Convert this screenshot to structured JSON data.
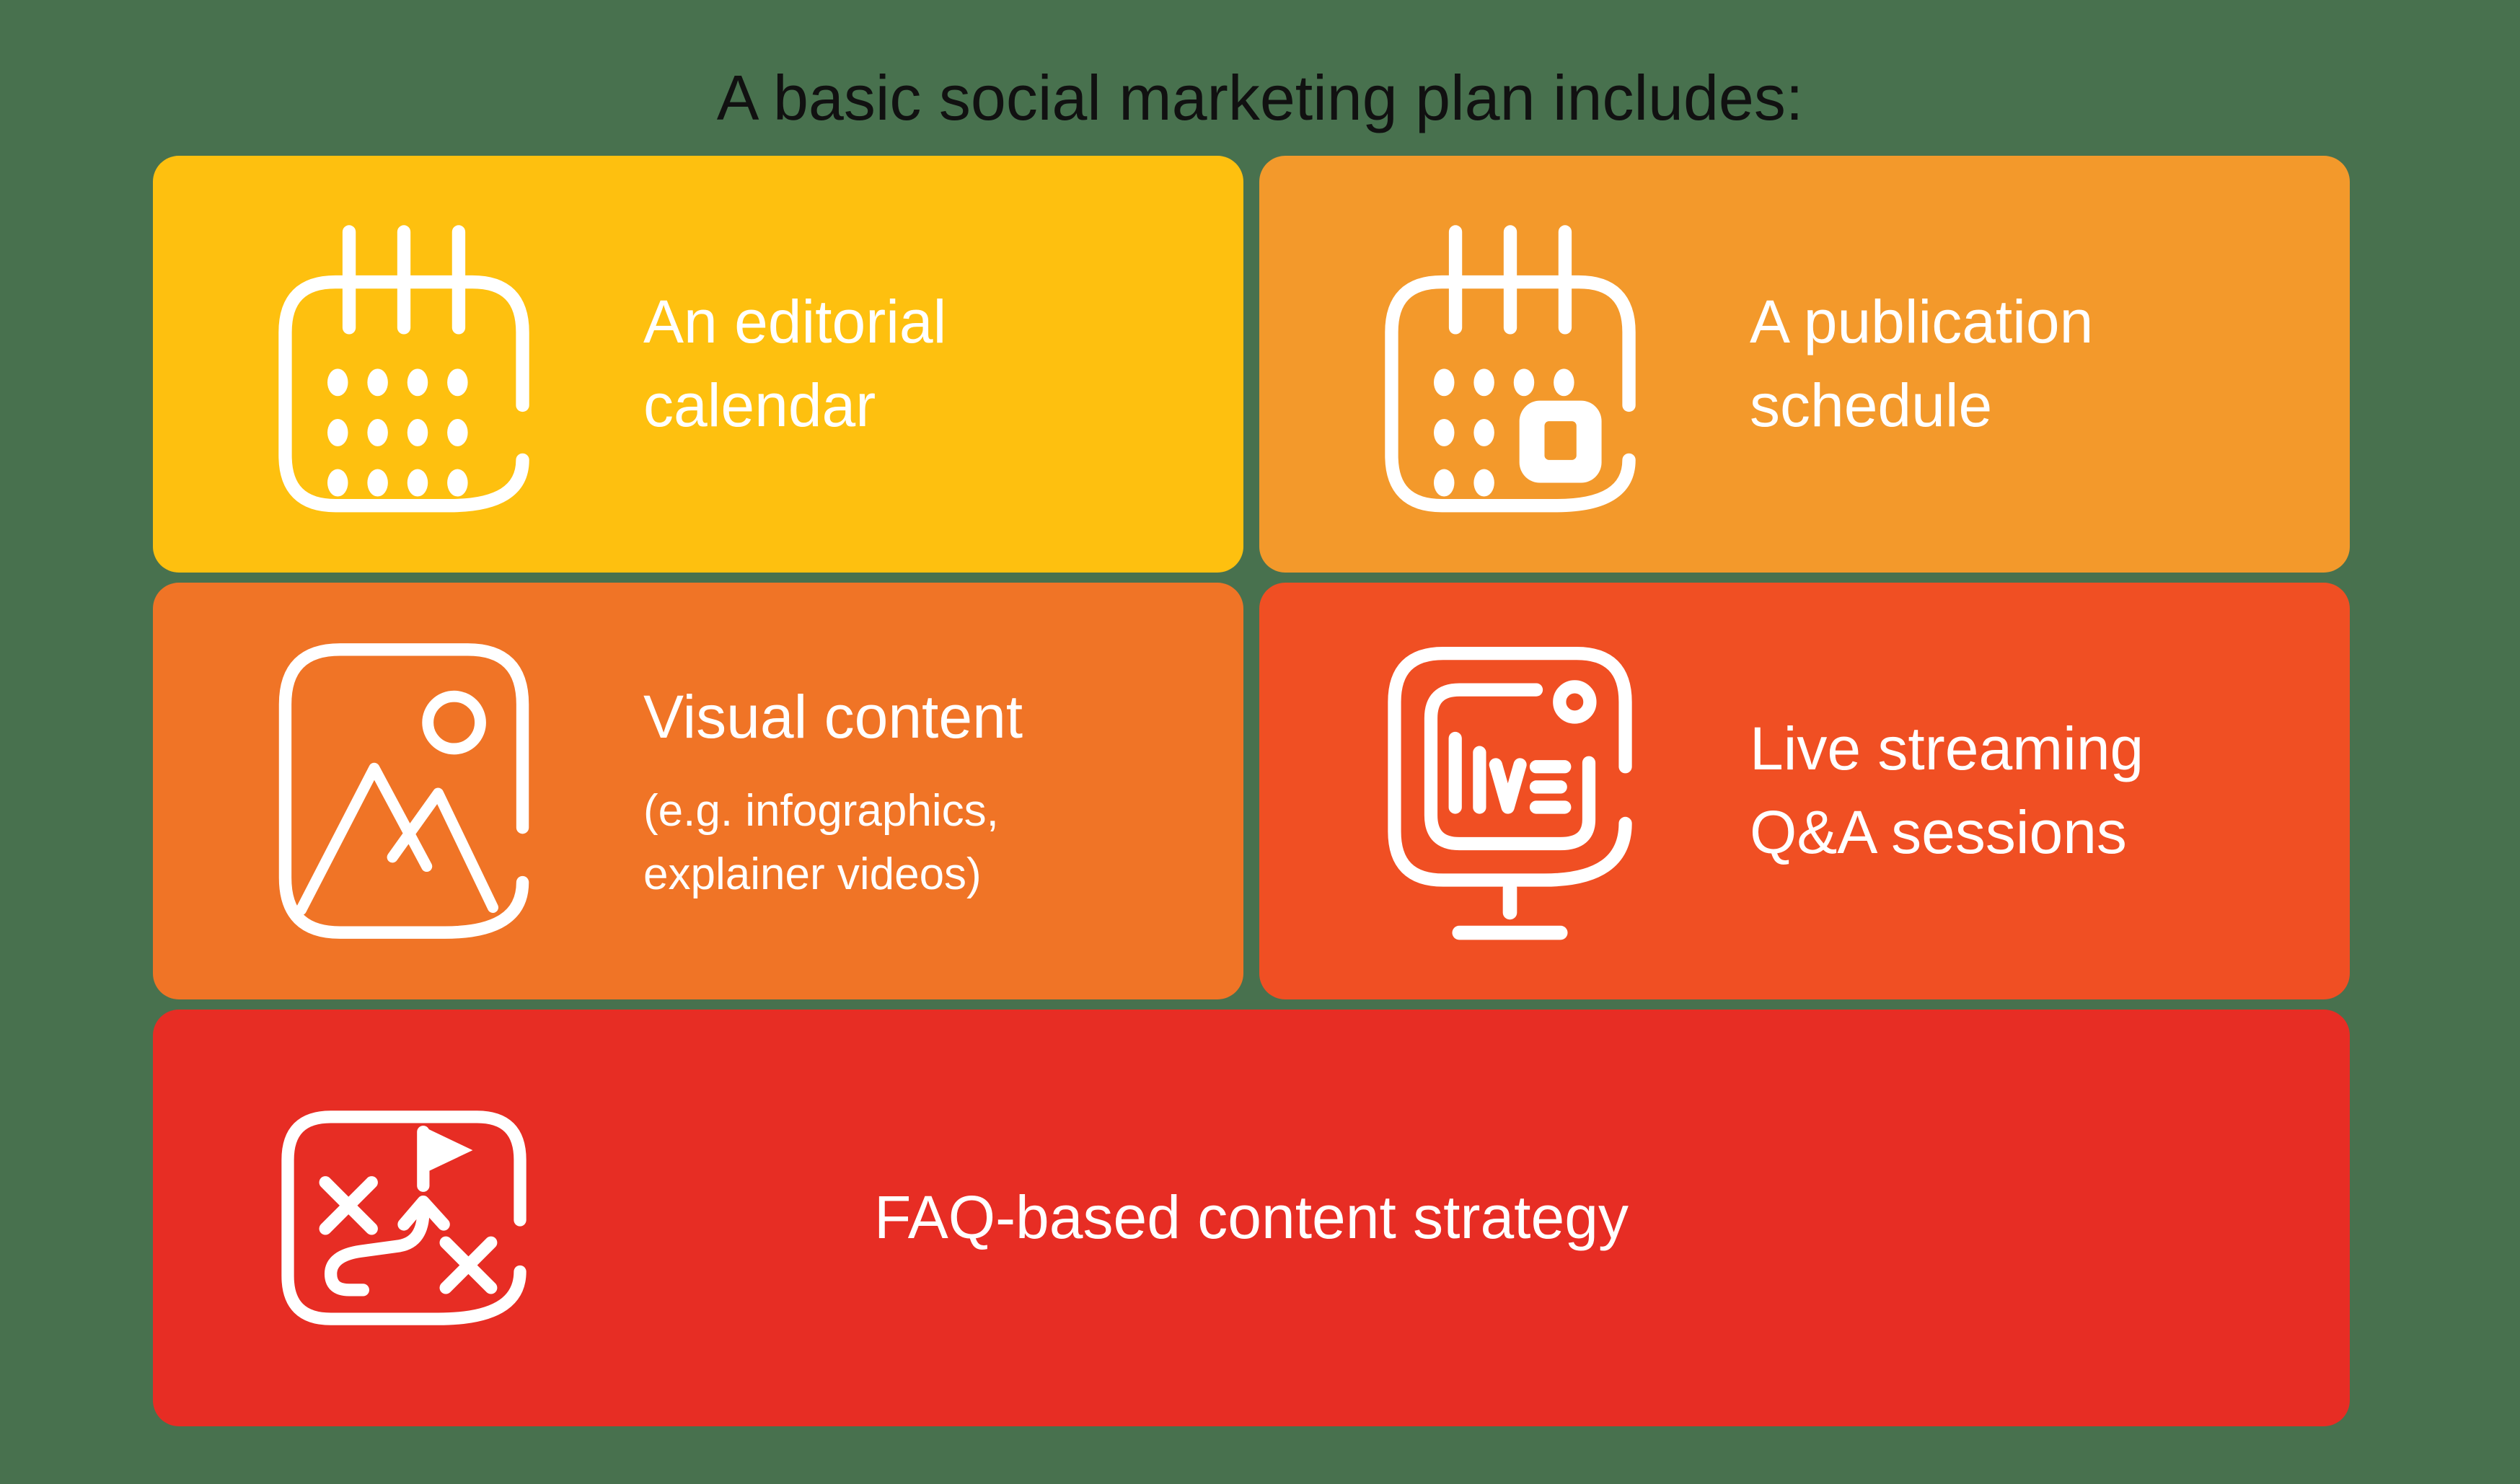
{
  "title": "A basic social marketing plan includes:",
  "colors": {
    "background": "#48714E",
    "title_text": "#111111",
    "card_text": "#FFFFFF",
    "card_yellow": "#FEC00F",
    "card_orange": "#F3992B",
    "card_deep_orange": "#F07426",
    "card_orange_red": "#F04F23",
    "card_red": "#E72D24"
  },
  "cards": [
    {
      "name": "editorial-calendar",
      "label": "An editorial\ncalendar",
      "color": "#FEC00F",
      "icon": "calendar-icon"
    },
    {
      "name": "publication-schedule",
      "label": "A publication\nschedule",
      "color": "#F3992B",
      "icon": "calendar-date-icon"
    },
    {
      "name": "visual-content",
      "label": "Visual content",
      "sublabel": "(e.g. infographics,\nexplainer videos)",
      "color": "#F07426",
      "icon": "image-icon"
    },
    {
      "name": "live-streaming",
      "label": "Live streaming\nQ&A sessions",
      "color": "#F04F23",
      "icon": "live-monitor-icon"
    },
    {
      "name": "faq-strategy",
      "label": "FAQ-based content strategy",
      "color": "#E72D24",
      "icon": "strategy-map-icon"
    }
  ]
}
